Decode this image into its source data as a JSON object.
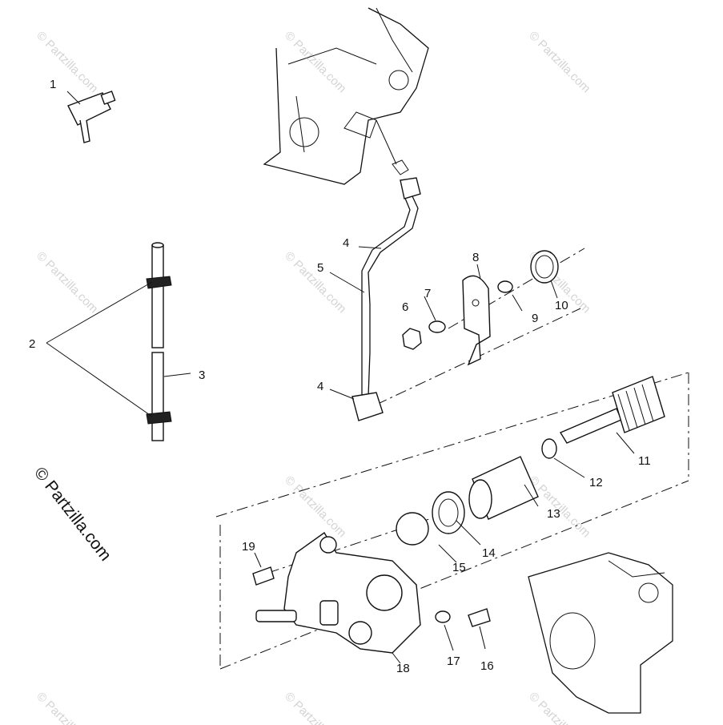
{
  "callouts": [
    "1",
    "2",
    "3",
    "4",
    "5",
    "4",
    "6",
    "7",
    "8",
    "9",
    "10",
    "11",
    "12",
    "13",
    "14",
    "15",
    "16",
    "17",
    "18",
    "19"
  ],
  "watermark": "© Partzilla.com",
  "side_watermark": "© Partzilla.com",
  "colors": {
    "ink": "#111111",
    "watermark": "#d4d4d4",
    "background": "#ffffff"
  }
}
